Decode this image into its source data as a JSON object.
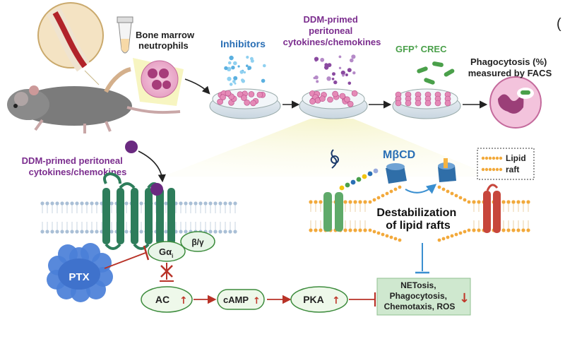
{
  "top": {
    "bone_marrow": [
      "Bone marrow",
      "neutrophils"
    ],
    "inhibitors": "Inhibitors",
    "ddm_primed": [
      "DDM-primed",
      "peritoneal",
      "cytokines/chemokines"
    ],
    "gfp_crec": "GFP",
    "gfp_sup": "+",
    "crec": "CREC",
    "phago": [
      "Phagocytosis (%)",
      "measured by FACS"
    ],
    "corner_glyph": "("
  },
  "bottom": {
    "ddm_title": [
      "DDM-primed peritoneal",
      "cytokines/chemokines"
    ],
    "mbcd": "MβCD",
    "legend_lipid": "Lipid",
    "legend_raft": "raft",
    "destab": [
      "Destabilization",
      "of lipid rafts"
    ],
    "gai": "Gα",
    "gai_sub": "i",
    "bg": "β/γ",
    "ptx": "PTX",
    "ac": "AC",
    "camp": "cAMP",
    "pka": "PKA",
    "outcomes": [
      "NETosis,",
      "Phagocytosis,",
      "Chemotaxis, ROS"
    ]
  },
  "colors": {
    "purple": "#7b2d8e",
    "blue": "#2a6fb5",
    "green": "#4aa04a",
    "red_arrow": "#c0392b",
    "receptor": "#2e7d5b",
    "membrane_dot": "#a9bfd6",
    "raft_dot": "#f2a93b",
    "ptx": "#4a7fd8",
    "outcome_bg": "#cfe8cf"
  }
}
